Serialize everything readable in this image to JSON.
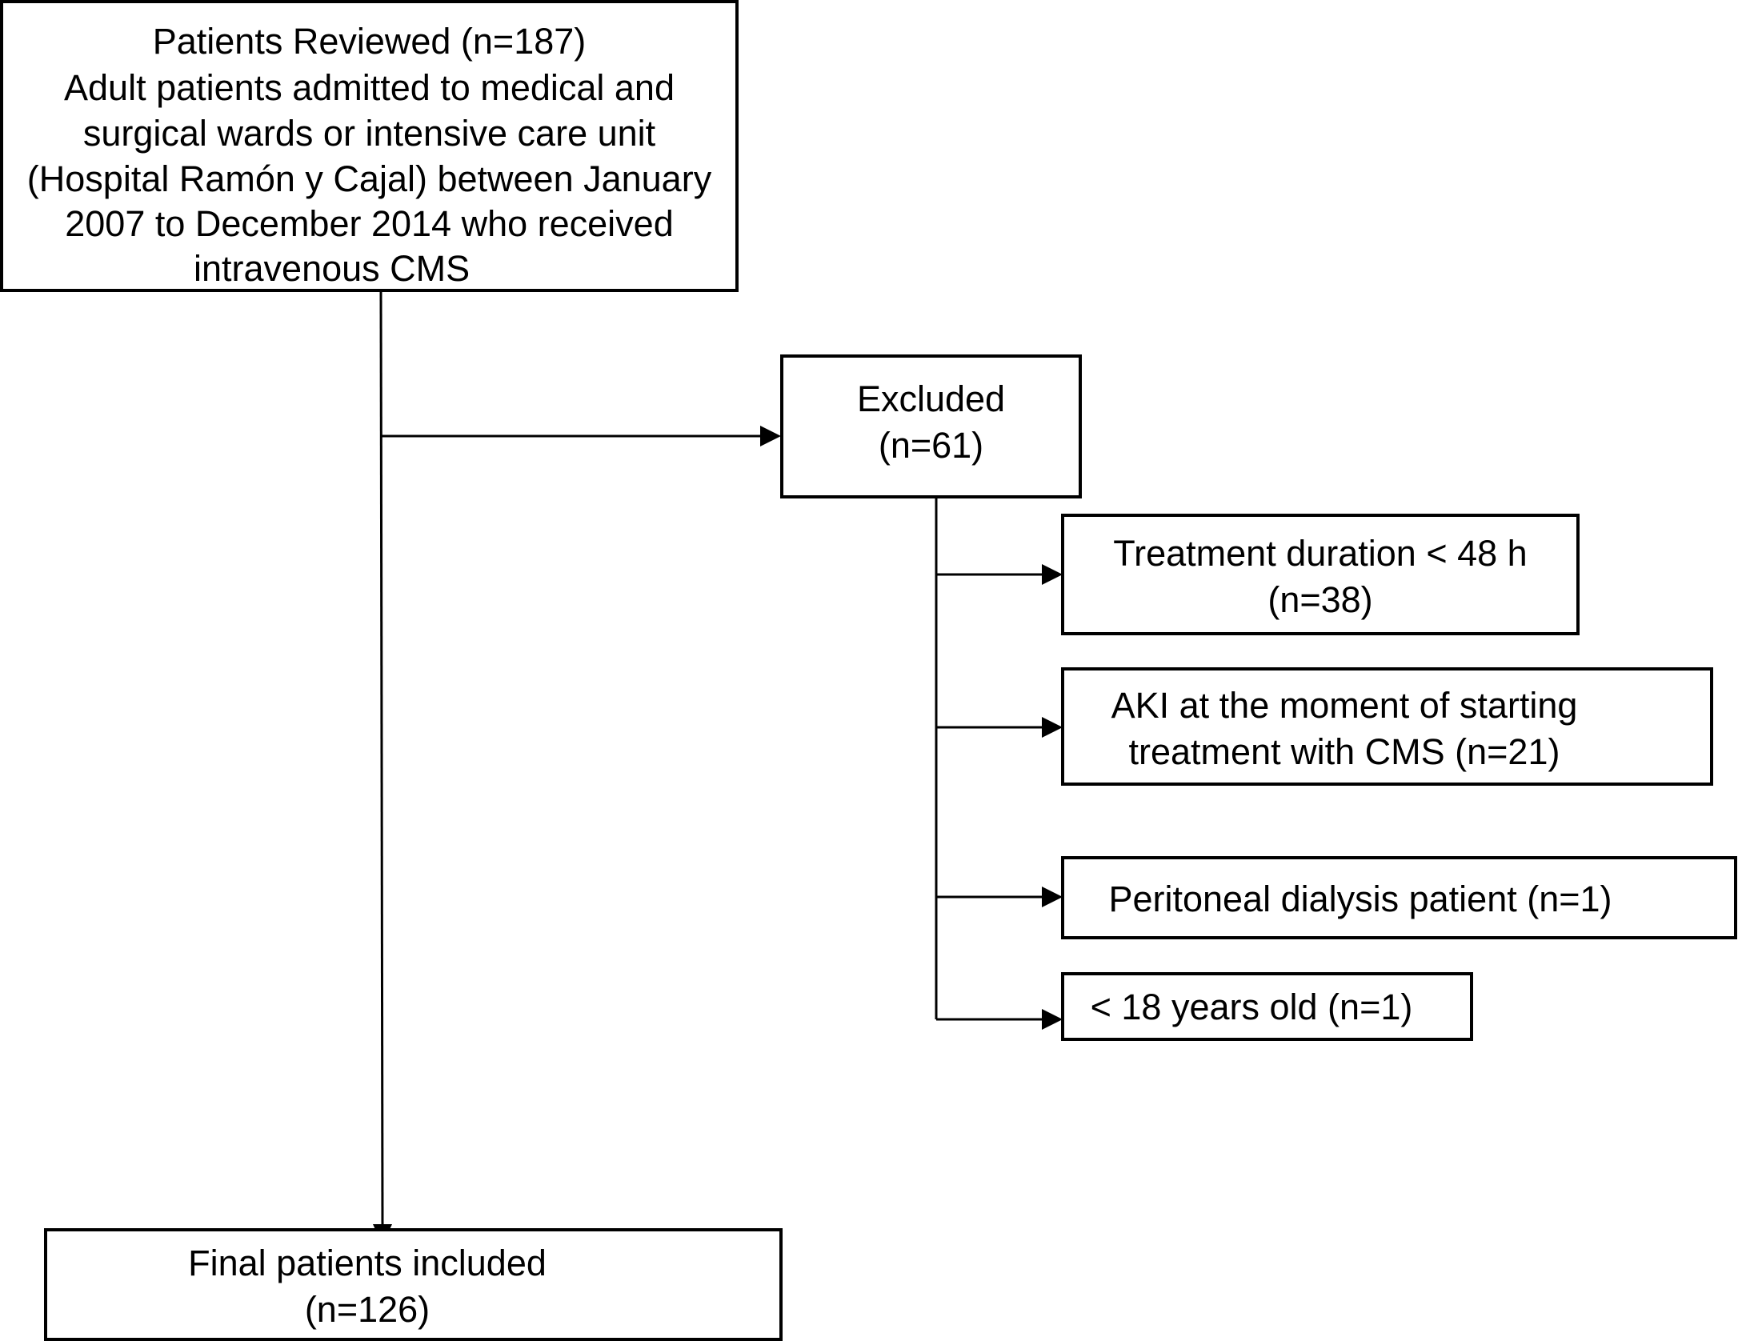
{
  "flowchart": {
    "reviewed": {
      "lines": [
        "Patients Reviewed (n=187)",
        "Adult patients admitted to medical and",
        "surgical wards or intensive care unit",
        "(Hospital Ramón y Cajal) between January",
        "2007 to December 2014 who received",
        "intravenous CMS"
      ]
    },
    "excluded": {
      "lines": [
        "Excluded",
        "(n=61)"
      ]
    },
    "exclusion_reasons": [
      {
        "lines": [
          "Treatment duration < 48 h",
          "(n=38)"
        ]
      },
      {
        "lines": [
          "AKI at the moment of starting",
          "treatment with CMS (n=21)"
        ]
      },
      {
        "lines": [
          "Peritoneal dialysis patient (n=1)"
        ]
      },
      {
        "lines": [
          "< 18 years old (n=1)"
        ]
      }
    ],
    "final": {
      "lines": [
        "Final patients included",
        "(n=126)"
      ]
    }
  }
}
